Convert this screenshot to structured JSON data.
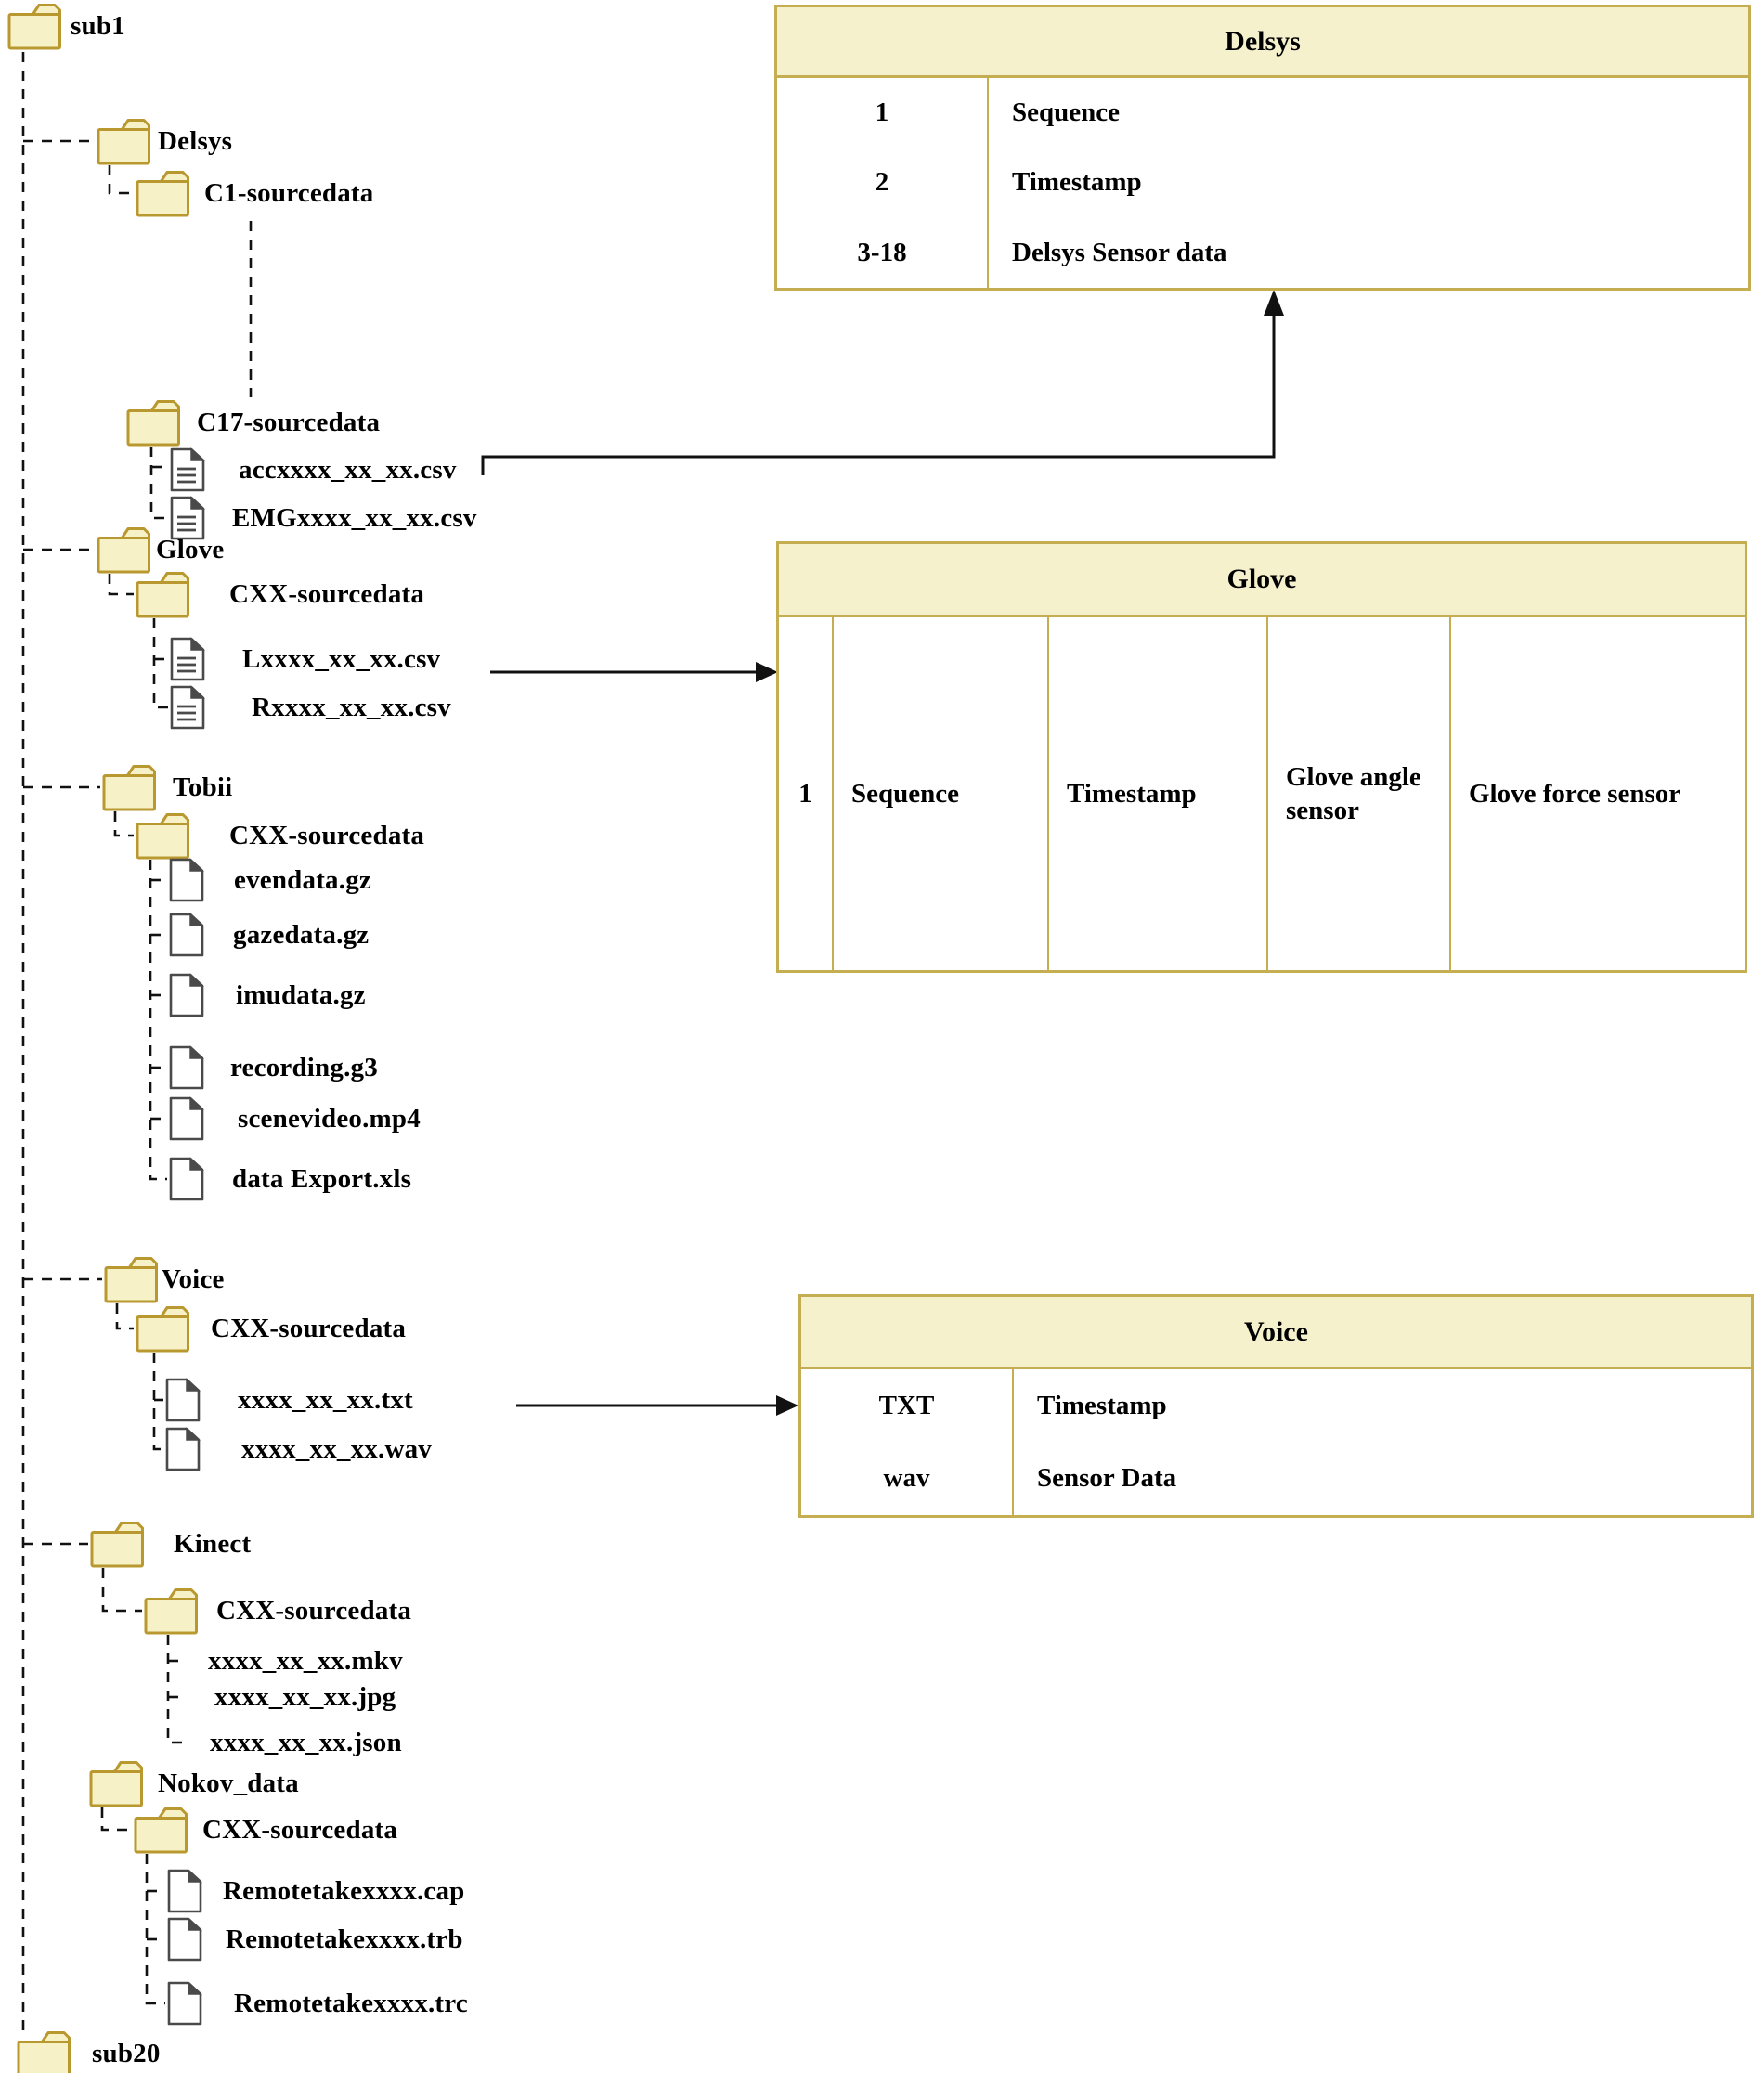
{
  "tree": {
    "sub1": {
      "label": "sub1"
    },
    "delsys": {
      "label": "Delsys"
    },
    "c1": {
      "label": "C1-sourcedata"
    },
    "c17": {
      "label": "C17-sourcedata"
    },
    "acc_file": {
      "label": "accxxxx_xx_xx.csv"
    },
    "emg_file": {
      "label": "EMGxxxx_xx_xx.csv"
    },
    "glove": {
      "label": "Glove"
    },
    "glove_cxx": {
      "label": "CXX-sourcedata"
    },
    "l_file": {
      "label": "Lxxxx_xx_xx.csv"
    },
    "r_file": {
      "label": "Rxxxx_xx_xx.csv"
    },
    "tobii": {
      "label": "Tobii"
    },
    "tobii_cxx": {
      "label": "CXX-sourcedata"
    },
    "evendata": {
      "label": "evendata.gz"
    },
    "gazedata": {
      "label": "gazedata.gz"
    },
    "imudata": {
      "label": "imudata.gz"
    },
    "recording": {
      "label": "recording.g3"
    },
    "scenevideo": {
      "label": "scenevideo.mp4"
    },
    "dataexport": {
      "label": "data Export.xls"
    },
    "voice": {
      "label": "Voice"
    },
    "voice_cxx": {
      "label": "CXX-sourcedata"
    },
    "txt_file": {
      "label": "xxxx_xx_xx.txt"
    },
    "wav_file": {
      "label": "xxxx_xx_xx.wav"
    },
    "kinect": {
      "label": "Kinect"
    },
    "kinect_cxx": {
      "label": "CXX-sourcedata"
    },
    "mkv_file": {
      "label": "xxxx_xx_xx.mkv"
    },
    "jpg_file": {
      "label": "xxxx_xx_xx.jpg"
    },
    "json_file": {
      "label": "xxxx_xx_xx.json"
    },
    "nokov": {
      "label": "Nokov_data"
    },
    "nokov_cxx": {
      "label": "CXX-sourcedata"
    },
    "cap_file": {
      "label": "Remotetakexxxx.cap"
    },
    "trb_file": {
      "label": "Remotetakexxxx.trb"
    },
    "trc_file": {
      "label": "Remotetakexxxx.trc"
    },
    "sub20": {
      "label": "sub20"
    }
  },
  "tables": {
    "delsys": {
      "title": "Delsys",
      "rows": [
        {
          "col": "1",
          "desc": "Sequence"
        },
        {
          "col": "2",
          "desc": "Timestamp"
        },
        {
          "col": "3-18",
          "desc": "Delsys Sensor data"
        }
      ]
    },
    "glove": {
      "title": "Glove",
      "row": {
        "c1": "1",
        "c2": "Sequence",
        "c3": "Timestamp",
        "c4": "Glove angle sensor",
        "c5": "Glove force sensor"
      }
    },
    "voice": {
      "title": "Voice",
      "rows": [
        {
          "col": "TXT",
          "desc": "Timestamp"
        },
        {
          "col": "wav",
          "desc": "Sensor Data"
        }
      ]
    }
  },
  "colors": {
    "folder_fill": "#f7f1c8",
    "folder_border": "#b9992f",
    "table_header_fill": "#f6f1cd",
    "table_border": "#c5ae52",
    "document_gray": "#4a4a4a",
    "line_black": "#111111",
    "text": "#000000"
  }
}
